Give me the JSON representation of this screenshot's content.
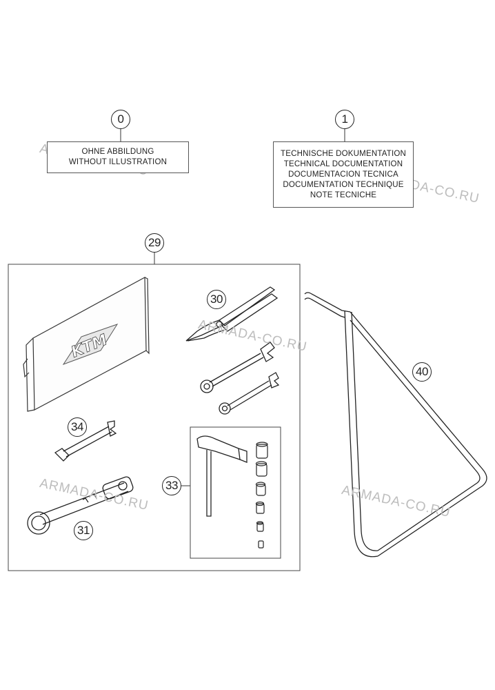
{
  "callouts": {
    "c0": "0",
    "c1": "1",
    "c29": "29",
    "c30": "30",
    "c31": "31",
    "c33": "33",
    "c34": "34",
    "c40": "40"
  },
  "box_0": {
    "lines": [
      "OHNE ABBILDUNG",
      "WITHOUT ILLUSTRATION"
    ]
  },
  "box_1": {
    "lines": [
      "TECHNISCHE DOKUMENTATION",
      "TECHNICAL DOCUMENTATION",
      "DOCUMENTACION TECNICA",
      "DOCUMENTATION TECHNIQUE",
      "NOTE TECNICHE"
    ]
  },
  "brand": "KTM",
  "watermark": "ARMADA-CO.RU"
}
